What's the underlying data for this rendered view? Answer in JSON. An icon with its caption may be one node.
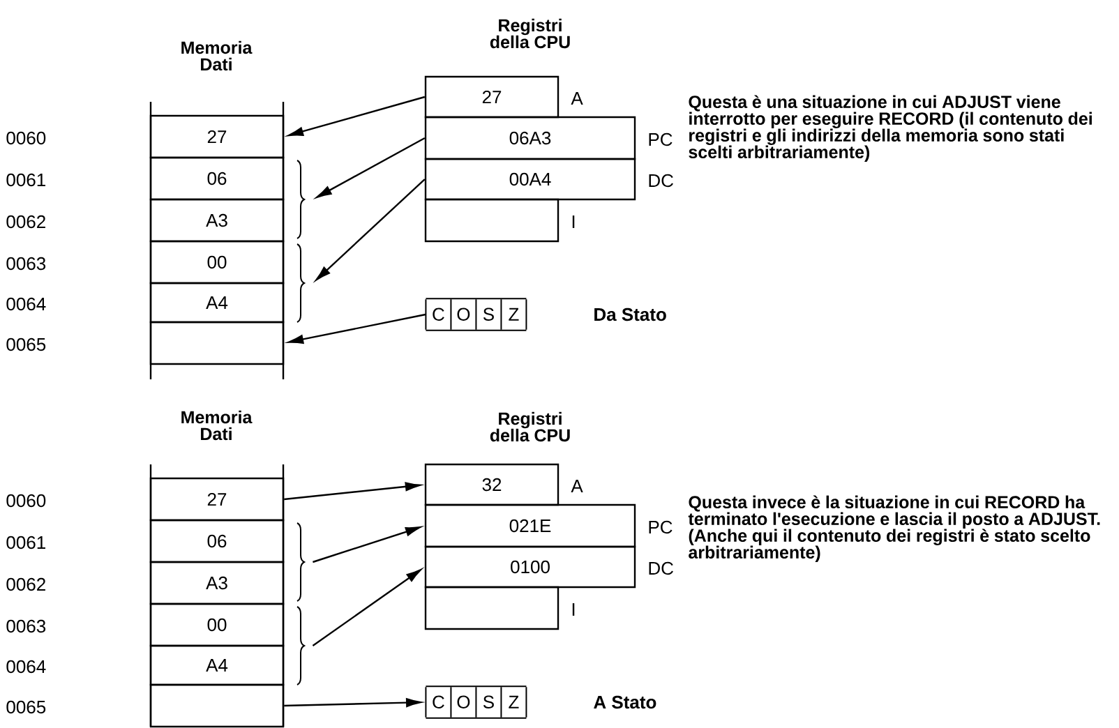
{
  "diagram": {
    "nodes": [
      {
        "text": [
          "27"
        ]
      },
      {
        "text": [
          "06"
        ]
      },
      {
        "text": [
          "A3"
        ]
      },
      {
        "text": [
          "00"
        ]
      },
      {
        "text": [
          "A4"
        ]
      },
      {
        "text": [],
        "shape": "box"
      },
      {
        "text": [
          "27"
        ],
        "beside": [
          "A"
        ]
      },
      {
        "text": [
          "06A3"
        ],
        "beside": [
          "PC"
        ]
      },
      {
        "text": [
          "00A4"
        ],
        "beside": [
          "DC"
        ]
      },
      {
        "text": [],
        "shape": "box",
        "beside": [
          "I"
        ]
      },
      {
        "text": [
          "C",
          "O",
          "S",
          "Z"
        ],
        "beside": [
          "Da Stato"
        ]
      },
      {
        "text": [],
        "shape": "brace"
      },
      {
        "text": [],
        "shape": "brace"
      },
      {
        "text": [
          "27"
        ]
      },
      {
        "text": [
          "06"
        ]
      },
      {
        "text": [
          "A3"
        ]
      },
      {
        "text": [
          "00"
        ]
      },
      {
        "text": [
          "A4"
        ]
      },
      {
        "text": [],
        "shape": "box"
      },
      {
        "text": [
          "32"
        ],
        "beside": [
          "A"
        ]
      },
      {
        "text": [
          "021E"
        ],
        "beside": [
          "PC"
        ]
      },
      {
        "text": [
          "0100"
        ],
        "beside": [
          "DC"
        ]
      },
      {
        "text": [],
        "shape": "box",
        "beside": [
          "I"
        ]
      },
      {
        "text": [
          "C",
          "O",
          "S",
          "Z"
        ],
        "beside": [
          "A Stato"
        ]
      },
      {
        "text": [],
        "shape": "brace"
      },
      {
        "text": [],
        "shape": "brace"
      }
    ],
    "edges": [
      {
        "from": 6,
        "to": 0,
        "arrow": "to"
      },
      {
        "from": 7,
        "to": 11,
        "arrow": "to"
      },
      {
        "from": 8,
        "to": 12,
        "arrow": "to"
      },
      {
        "from": 10,
        "to": 5,
        "arrow": "to"
      },
      {
        "from": 13,
        "to": 19,
        "arrow": "to"
      },
      {
        "from": 24,
        "to": 20,
        "arrow": "to"
      },
      {
        "from": 25,
        "to": 21,
        "arrow": "to"
      },
      {
        "from": 18,
        "to": 23,
        "arrow": "to"
      }
    ],
    "labels": [
      "Memoria Dati",
      "Registri della CPU",
      "Questa è una situazione in cui ADJUST viene interrotto per eseguire RECORD (il contenuto dei registri e gli indirizzi della memoria sono stati scelti arbitrariamente)",
      "0060",
      "0061",
      "0062",
      "0063",
      "0064",
      "0065",
      "Memoria Dati",
      "Registri della CPU",
      "Questa invece è la situazione in cui RECORD ha terminato l'esecuzione e lascia il posto a ADJUST. (Anche qui il contenuto dei registri è stato scelto arbitrariamente)",
      "0060",
      "0061",
      "0062",
      "0063",
      "0064",
      "0065"
    ]
  }
}
